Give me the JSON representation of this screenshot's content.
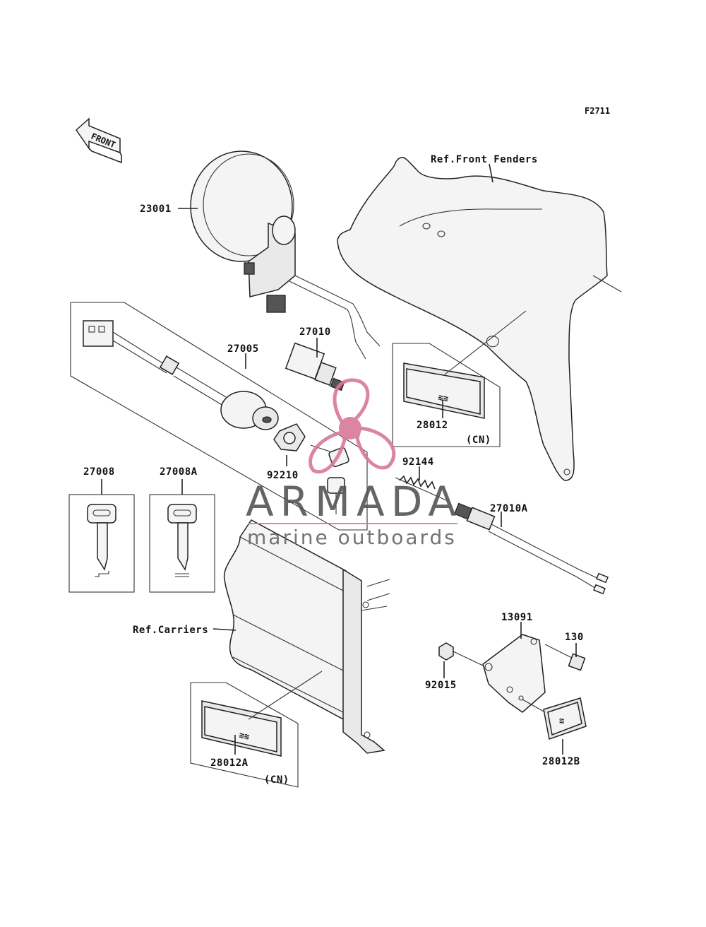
{
  "figure_code": "F2711",
  "front_label": "FRONT",
  "references": {
    "front_fenders": "Ref.Front Fenders",
    "carriers": "Ref.Carriers"
  },
  "parts": {
    "p23001": "23001",
    "p27010": "27010",
    "p27005": "27005",
    "p28012": "28012",
    "p28012_note": "(CN)",
    "p92144": "92144",
    "p92210": "92210",
    "p27008": "27008",
    "p27008A": "27008A",
    "p27010A": "27010A",
    "p13091": "13091",
    "p130": "130",
    "p92015": "92015",
    "p28012B": "28012B",
    "p28012A": "28012A",
    "p28012A_note": "(CN)"
  },
  "watermark": {
    "title": "ARMADA",
    "subtitle": "marine outboards",
    "accent_color": "#d9779a",
    "text_color": "#555555"
  }
}
